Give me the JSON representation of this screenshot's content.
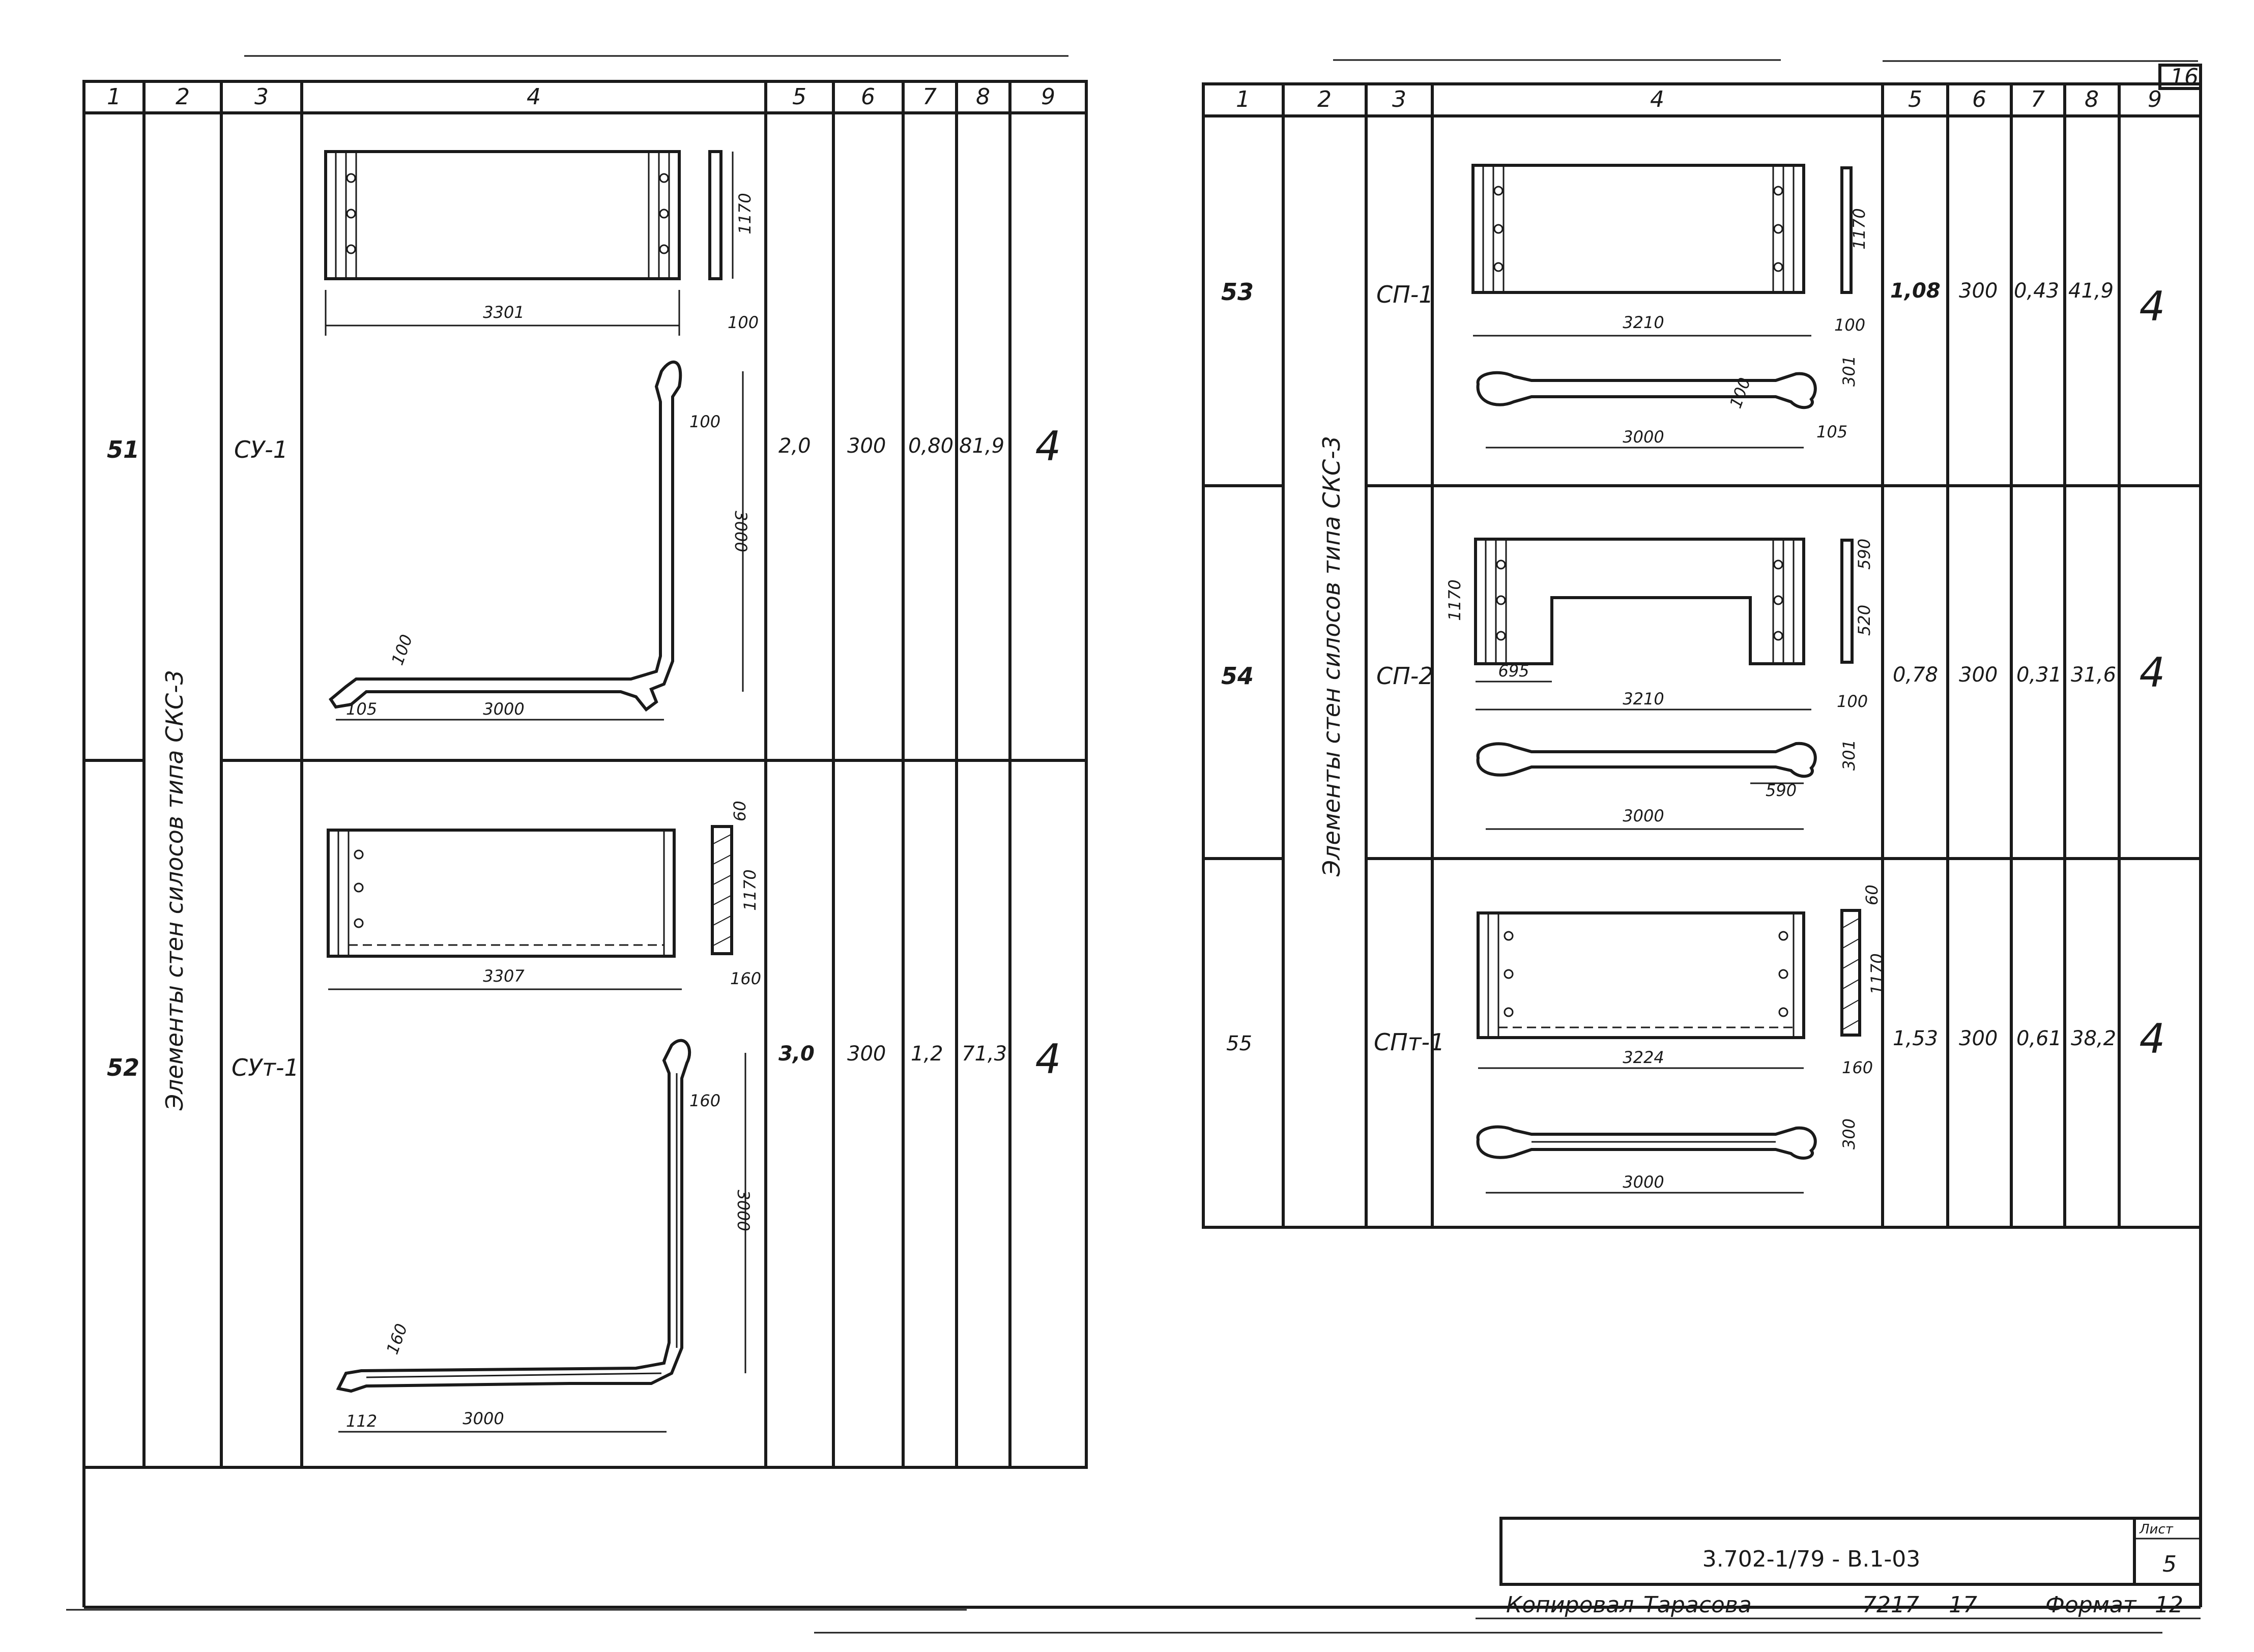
{
  "sheet_number": "16",
  "left_table": {
    "headers": [
      "1",
      "2",
      "3",
      "4",
      "5",
      "6",
      "7",
      "8",
      "9"
    ],
    "group_label": "Элементы стен силосов типа СКС-3",
    "rows": [
      {
        "no": "51",
        "mark": "СУ-1",
        "c5": "2,0",
        "c6": "300",
        "c7": "0,80",
        "c8": "81,9",
        "c9": "4",
        "dims": {
          "plan_len": "3301",
          "height": "1170",
          "thick": "100",
          "leg_v": "3000",
          "leg_h": "3000",
          "t1": "100",
          "t2": "100",
          "end": "105"
        }
      },
      {
        "no": "52",
        "mark": "СУт-1",
        "c5": "3,0",
        "c6": "300",
        "c7": "1,2",
        "c8": "71,3",
        "c9": "4",
        "dims": {
          "plan_len": "3307",
          "height": "1170",
          "thick": "160",
          "top": "60",
          "leg_v": "3000",
          "leg_h": "3000",
          "t1": "160",
          "t2": "160",
          "end": "112"
        }
      }
    ]
  },
  "right_table": {
    "headers": [
      "1",
      "2",
      "3",
      "4",
      "5",
      "6",
      "7",
      "8",
      "9"
    ],
    "group_label": "Элементы стен силосов типа СКС-3",
    "rows": [
      {
        "no": "53",
        "mark": "СП-1",
        "c5": "1,08",
        "c6": "300",
        "c7": "0,43",
        "c8": "41,9",
        "c9": "4",
        "dims": {
          "plan_len": "3210",
          "height": "1170",
          "thick": "100",
          "span": "3000",
          "t1": "100",
          "t2": "301",
          "t3": "105"
        }
      },
      {
        "no": "54",
        "mark": "СП-2",
        "c5": "0,78",
        "c6": "300",
        "c7": "0,31",
        "c8": "31,6",
        "c9": "4",
        "dims": {
          "height": "1170",
          "offset": "695",
          "plan_len": "3210",
          "a": "590",
          "b": "520",
          "thick": "100",
          "span": "3000",
          "t1": "301",
          "cut": "590"
        }
      },
      {
        "no": "55",
        "mark": "СПт-1",
        "c5": "1,53",
        "c6": "300",
        "c7": "0,61",
        "c8": "38,2",
        "c9": "4",
        "dims": {
          "plan_len": "3224",
          "height": "1170",
          "top": "60",
          "thick": "160",
          "span": "3000",
          "t1": "300"
        }
      }
    ]
  },
  "title_block": {
    "code": "3.702-1/79 - В.1-03",
    "sheet_label": "Лист",
    "sheet_no": "5"
  },
  "footer": {
    "copied": "Копировал",
    "name": "Тарасова",
    "order": "7217",
    "copies": "17",
    "format_label": "Формат",
    "format_value": "12"
  }
}
